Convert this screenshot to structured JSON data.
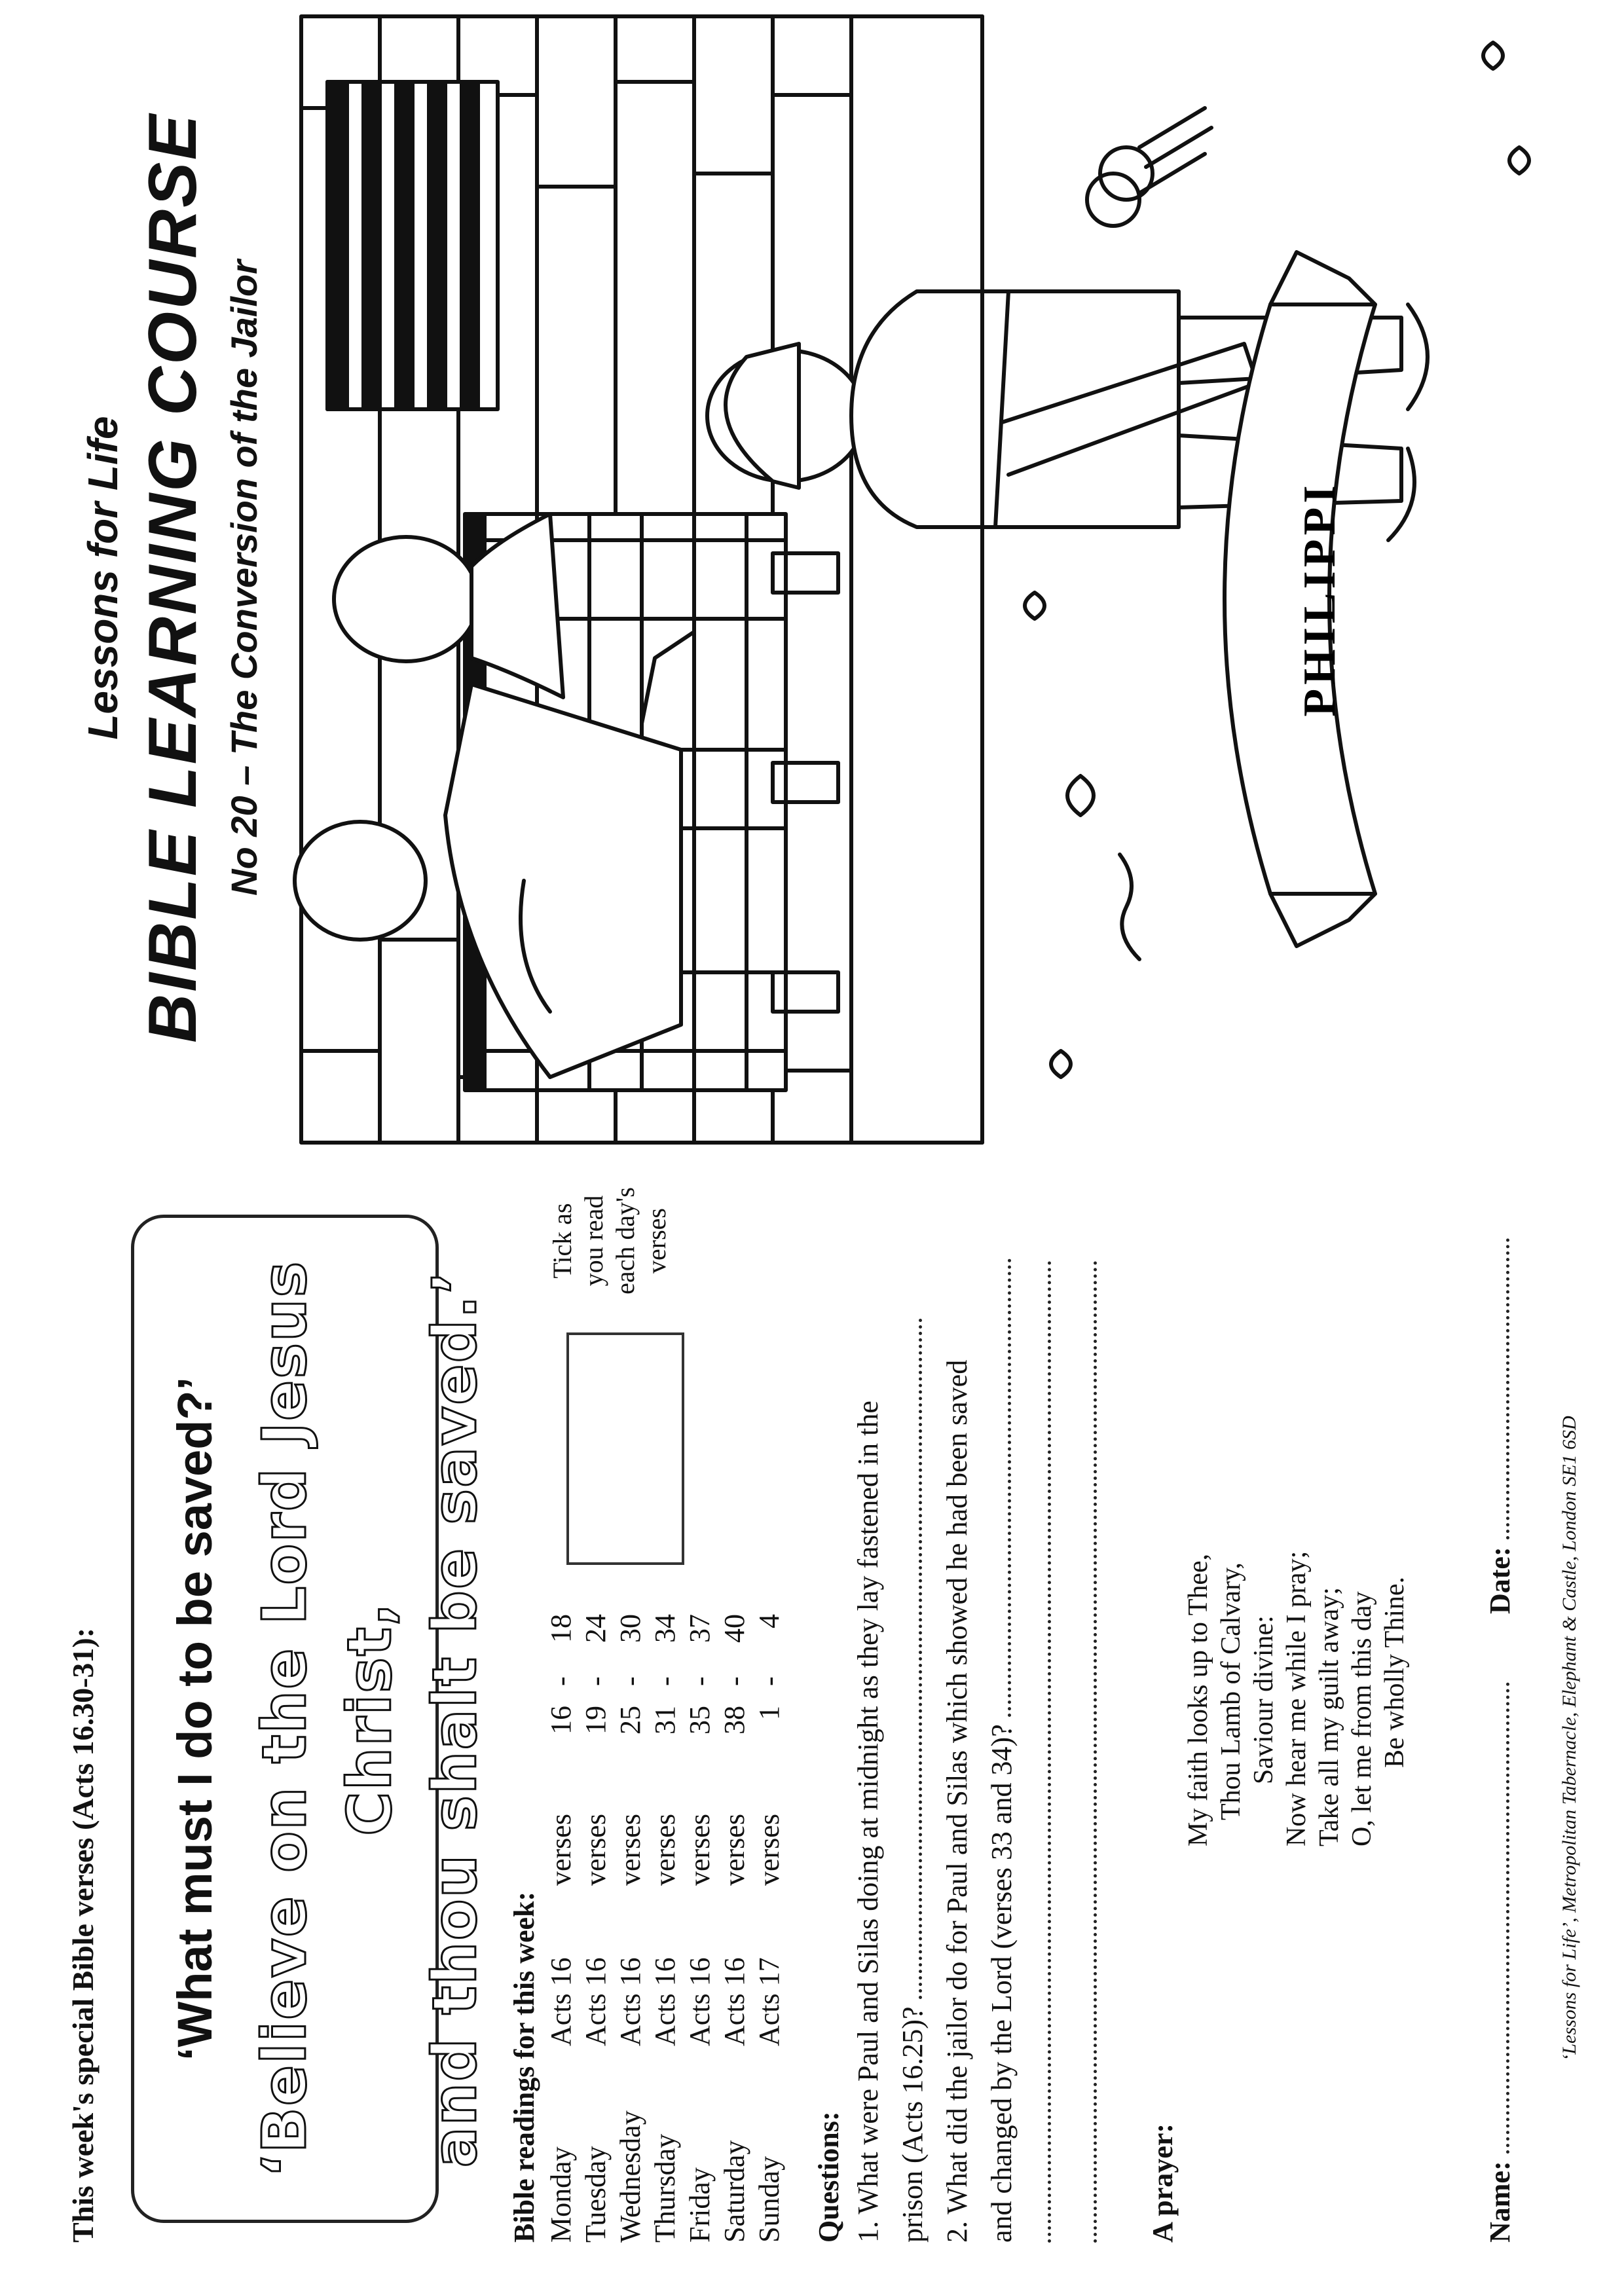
{
  "intro": "This week's special Bible verses (Acts 16.30-31):",
  "verse": {
    "question": "‘What must I do to be saved?’",
    "answer_line1": "‘Believe on the Lord Jesus Christ,",
    "answer_line2": "and thou shalt be saved.’"
  },
  "readings": {
    "title": "Bible readings for this week:",
    "rows": [
      {
        "day": "Monday",
        "book": "Acts 16",
        "verses": "verses",
        "from": "16",
        "dash": "-",
        "to": "18"
      },
      {
        "day": "Tuesday",
        "book": "Acts 16",
        "verses": "verses",
        "from": "19",
        "dash": "-",
        "to": "24"
      },
      {
        "day": "Wednesday",
        "book": "Acts 16",
        "verses": "verses",
        "from": "25",
        "dash": "-",
        "to": "30"
      },
      {
        "day": "Thursday",
        "book": "Acts 16",
        "verses": "verses",
        "from": "31",
        "dash": "-",
        "to": "34"
      },
      {
        "day": "Friday",
        "book": "Acts 16",
        "verses": "verses",
        "from": "35",
        "dash": "-",
        "to": "37"
      },
      {
        "day": "Saturday",
        "book": "Acts 16",
        "verses": "verses",
        "from": "38",
        "dash": "-",
        "to": "40"
      },
      {
        "day": "Sunday",
        "book": "Acts 17",
        "verses": "verses",
        "from": "1",
        "dash": "-",
        "to": "4"
      }
    ],
    "tick_note_line1": "Tick as",
    "tick_note_line2": "you read",
    "tick_note_line3": "each day's",
    "tick_note_line4": "verses"
  },
  "questions": {
    "title": "Questions:",
    "q1_line1": "1. What were Paul and Silas doing at midnight as they lay fastened in the",
    "q1_line2": "prison (Acts 16.25)?",
    "q2_line1": "2. What did the jailor do for Paul and Silas which showed he had been saved",
    "q2_line2": "and changed by the Lord (verses 33 and 34)?"
  },
  "prayer": {
    "title": "A prayer:",
    "lines": [
      "My faith looks up to Thee,",
      "Thou Lamb of Calvary,",
      "Saviour divine:",
      "Now hear me while I pray;",
      "Take all my guilt away;",
      "O, let me from this day",
      "Be wholly Thine."
    ]
  },
  "form": {
    "name_label": "Name:",
    "date_label": "Date:"
  },
  "footer": "‘Lessons for Life’, Metropolitan Tabernacle, Elephant & Castle, London SE1 6SD",
  "cover": {
    "series": "Lessons for Life",
    "title": "BIBLE LEARNING COURSE",
    "subtitle": "No 20 – The Conversion of the Jailor",
    "banner_text": "PHILIPPI"
  }
}
